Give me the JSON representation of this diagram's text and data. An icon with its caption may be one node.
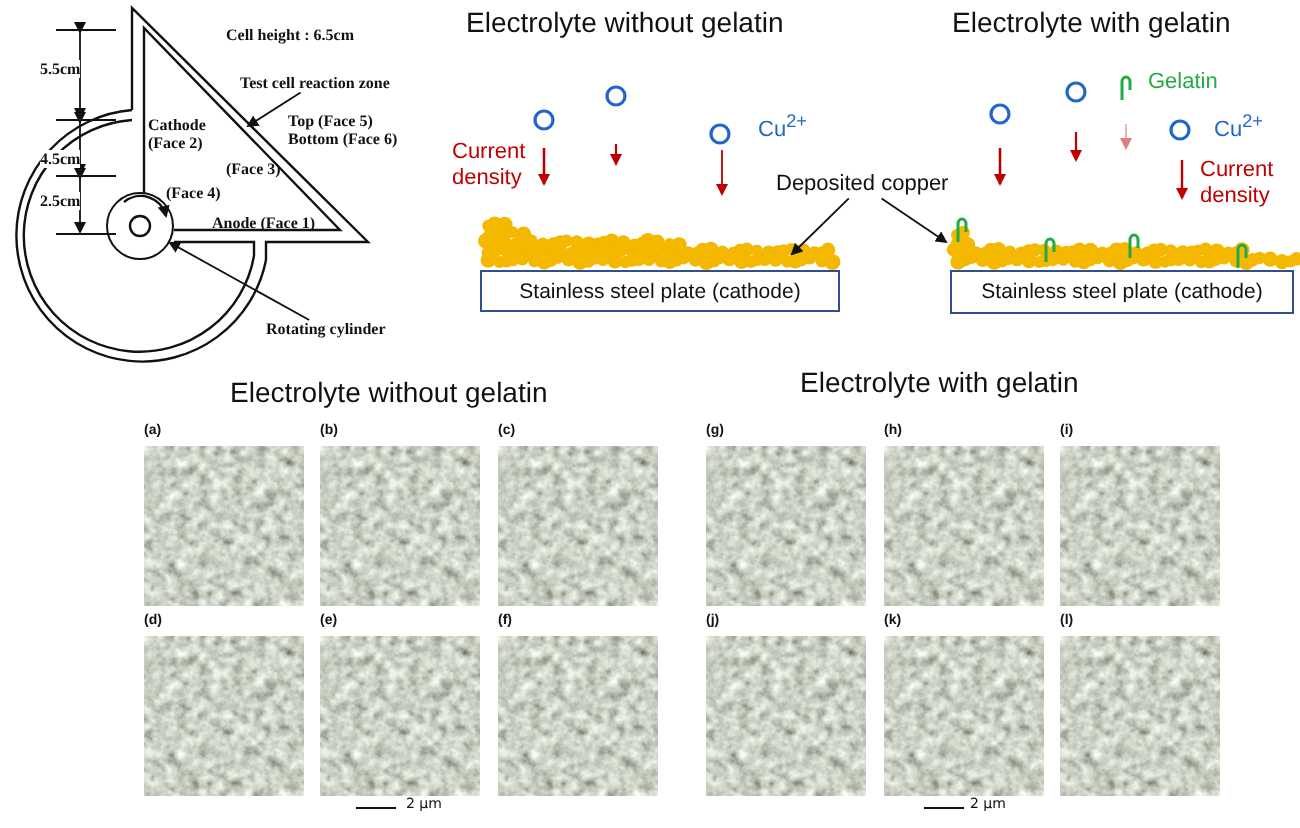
{
  "diagram": {
    "nodes": [
      {
        "text": [
          "Test cell reaction zone"
        ]
      },
      {
        "text": [
          "Rotating cylinder"
        ]
      },
      {
        "text": [],
        "shape": "circle"
      },
      {
        "text": [
          "Deposited copper"
        ]
      },
      {
        "text": [
          "Stainless steel plate (cathode)"
        ]
      },
      {
        "text": [
          "Stainless steel plate (cathode)"
        ]
      }
    ],
    "edges": [
      {
        "from": 0,
        "to": null,
        "arrow": "to"
      },
      {
        "from": 1,
        "to": 2,
        "arrow": "to"
      },
      {
        "from": 3,
        "to": null,
        "arrow": "to"
      },
      {
        "from": 3,
        "to": null,
        "arrow": "to"
      }
    ],
    "labels": [
      "Cell height : 6.5cm",
      "5.5cm",
      "Cathode (Face 2)",
      "Top (Face 5) Bottom (Face 6)",
      "4.5cm",
      "(Face 3)",
      "(Face 4)",
      "2.5cm",
      "Anode (Face 1)",
      "Electrolyte without gelatin",
      "Electrolyte with gelatin",
      "Gelatin",
      "Cu$^{2+}$",
      "Current density",
      "Cu$^{2+}$",
      "Current density",
      "Electrolyte without gelatin",
      "Electrolyte with gelatin",
      "(a)",
      "(b)",
      "(c)",
      "(g)",
      "(h)",
      "(i)",
      "(d)",
      "(e)",
      "(f)",
      "(j)",
      "(k)",
      "(l)",
      "2 μm",
      "2 μm"
    ]
  }
}
